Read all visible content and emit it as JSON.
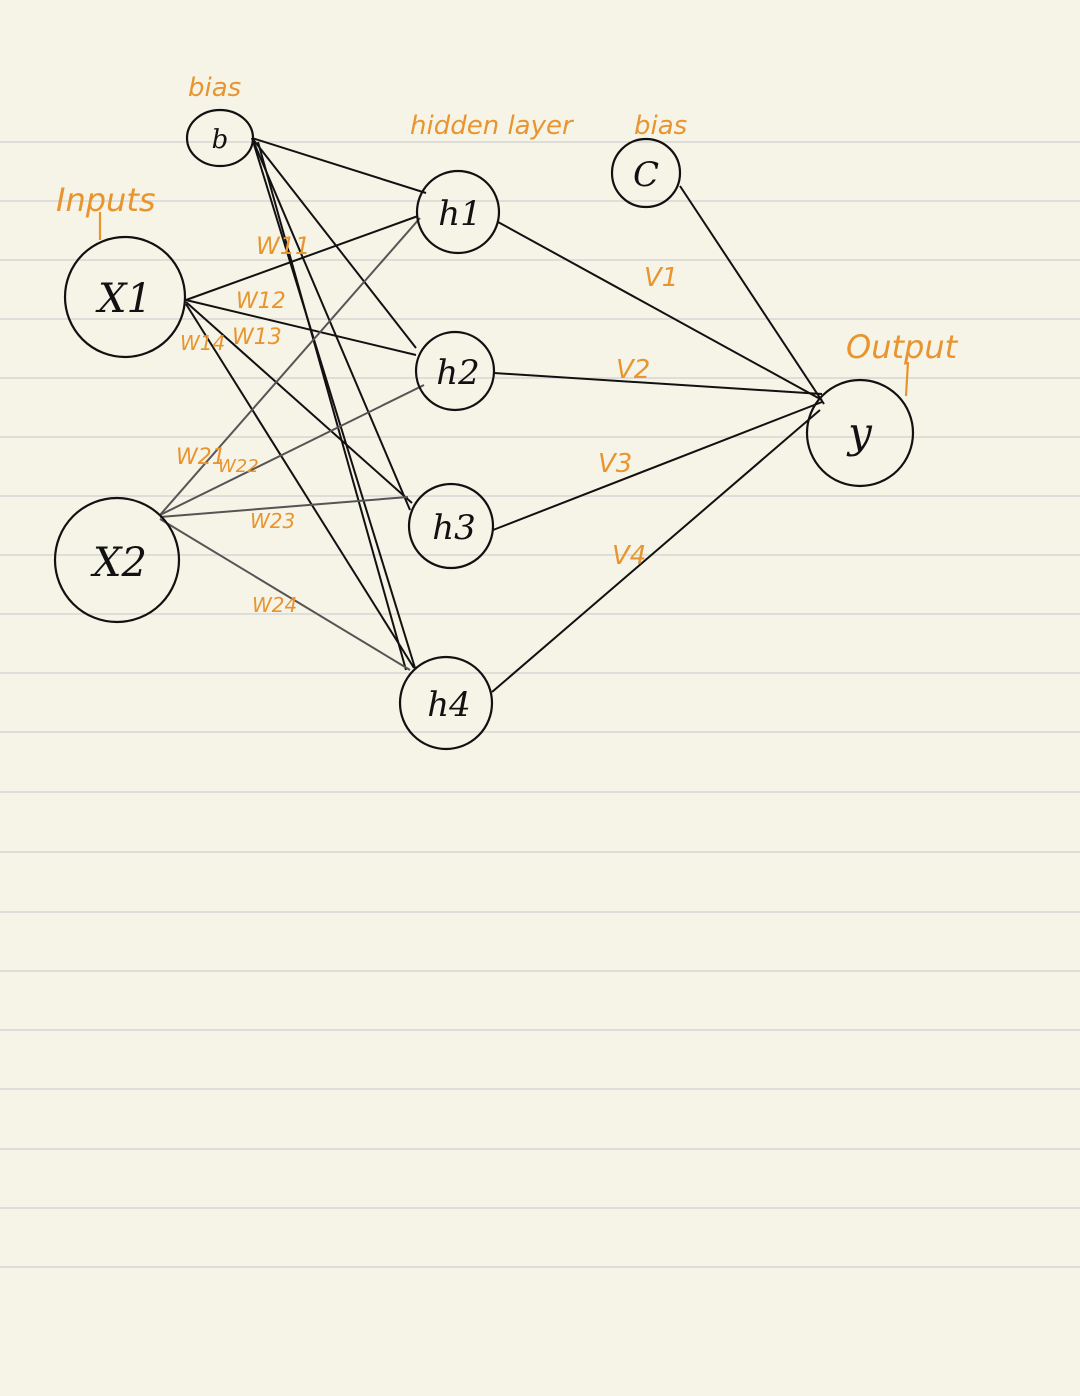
{
  "annotations": {
    "inputs": "Inputs",
    "bias_b": "bias",
    "hidden_layer": "hidden layer",
    "bias_c": "bias",
    "output": "Output"
  },
  "nodes": {
    "b": "b",
    "x1": "X1",
    "x2": "X2",
    "h1": "h1",
    "h2": "h2",
    "h3": "h3",
    "h4": "h4",
    "c": "C",
    "y": "y"
  },
  "weights": {
    "w11": "W11",
    "w12": "W12",
    "w13": "W13",
    "w14": "W14",
    "w21": "W21",
    "w22": "W22",
    "w23": "W23",
    "w24": "W24",
    "v1": "V1",
    "v2": "V2",
    "v3": "V3",
    "v4": "V4"
  },
  "colors": {
    "paper": "#f6f3e7",
    "ink": "#111111",
    "annotation": "#e8952f",
    "rule": "#d7d6d2"
  }
}
